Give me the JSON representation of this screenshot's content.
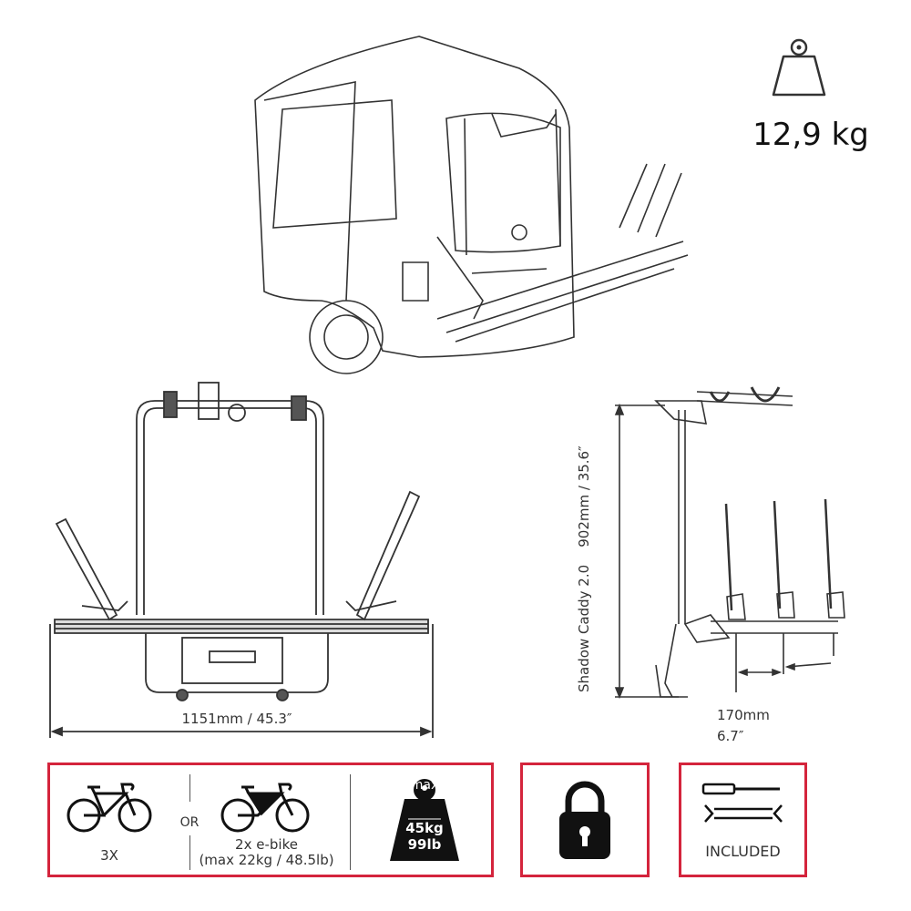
{
  "product": {
    "name": "Shadow Caddy 2.0",
    "weight": "12,9 kg"
  },
  "dimensions": {
    "width": "1151mm / 45.3″",
    "height": "902mm / 35.6″",
    "spacing_mm": "170mm",
    "spacing_in": "6.7″"
  },
  "features": {
    "bikes": "3X",
    "or": "OR",
    "ebike_line1": "2x e-bike",
    "ebike_line2": "(max 22kg / 48.5lb)",
    "max_label": "max",
    "max_kg": "45kg",
    "max_lb": "99lb",
    "included": "INCLUDED"
  },
  "colors": {
    "accent": "#d4243c",
    "line": "#333333"
  }
}
